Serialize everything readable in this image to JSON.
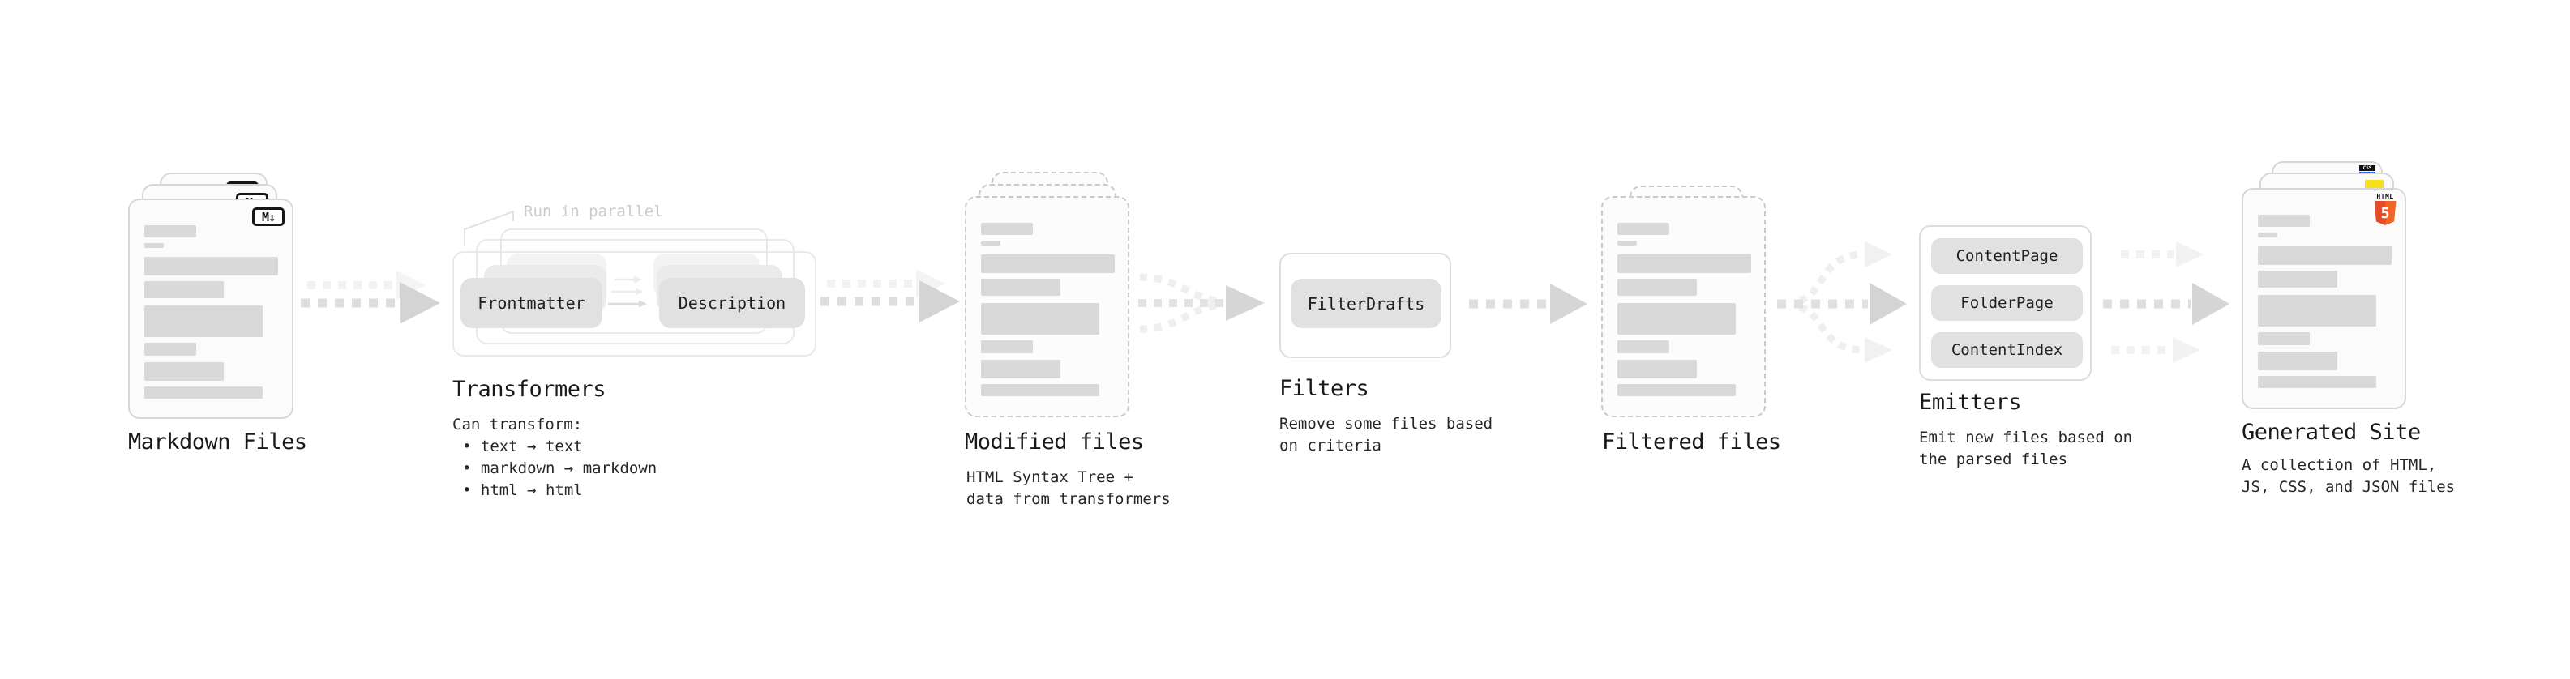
{
  "pipeline": {
    "markdown_files": {
      "label": "Markdown Files",
      "badge": "M↓"
    },
    "transformers": {
      "title": "Transformers",
      "note": "Run in parallel",
      "input_button": "Frontmatter",
      "output_button": "Description",
      "description_heading": "Can transform:",
      "bullets": [
        "• text → text",
        "• markdown → markdown",
        "• html → html"
      ]
    },
    "modified_files": {
      "title": "Modified files",
      "subtitle_lines": [
        "HTML Syntax Tree +",
        "data from transformers"
      ]
    },
    "filters": {
      "title": "Filters",
      "button": "FilterDrafts",
      "subtitle_lines": [
        "Remove some files based",
        "on criteria"
      ]
    },
    "filtered_files": {
      "title": "Filtered files"
    },
    "emitters": {
      "title": "Emitters",
      "buttons": [
        "ContentPage",
        "FolderPage",
        "ContentIndex"
      ],
      "subtitle_lines": [
        "Emit new files based on",
        "the parsed files"
      ]
    },
    "generated_site": {
      "title": "Generated Site",
      "subtitle_lines": [
        "A collection of HTML,",
        "JS, CSS, and JSON files"
      ],
      "badges": {
        "css_label": "CSS",
        "html_label": "HTML",
        "html_number": "5"
      }
    }
  },
  "colors": {
    "css_blue": "#2965f1",
    "js_yellow": "#f7df1e",
    "html5_orange": "#e44d26",
    "html5_orange_light": "#f16529"
  }
}
